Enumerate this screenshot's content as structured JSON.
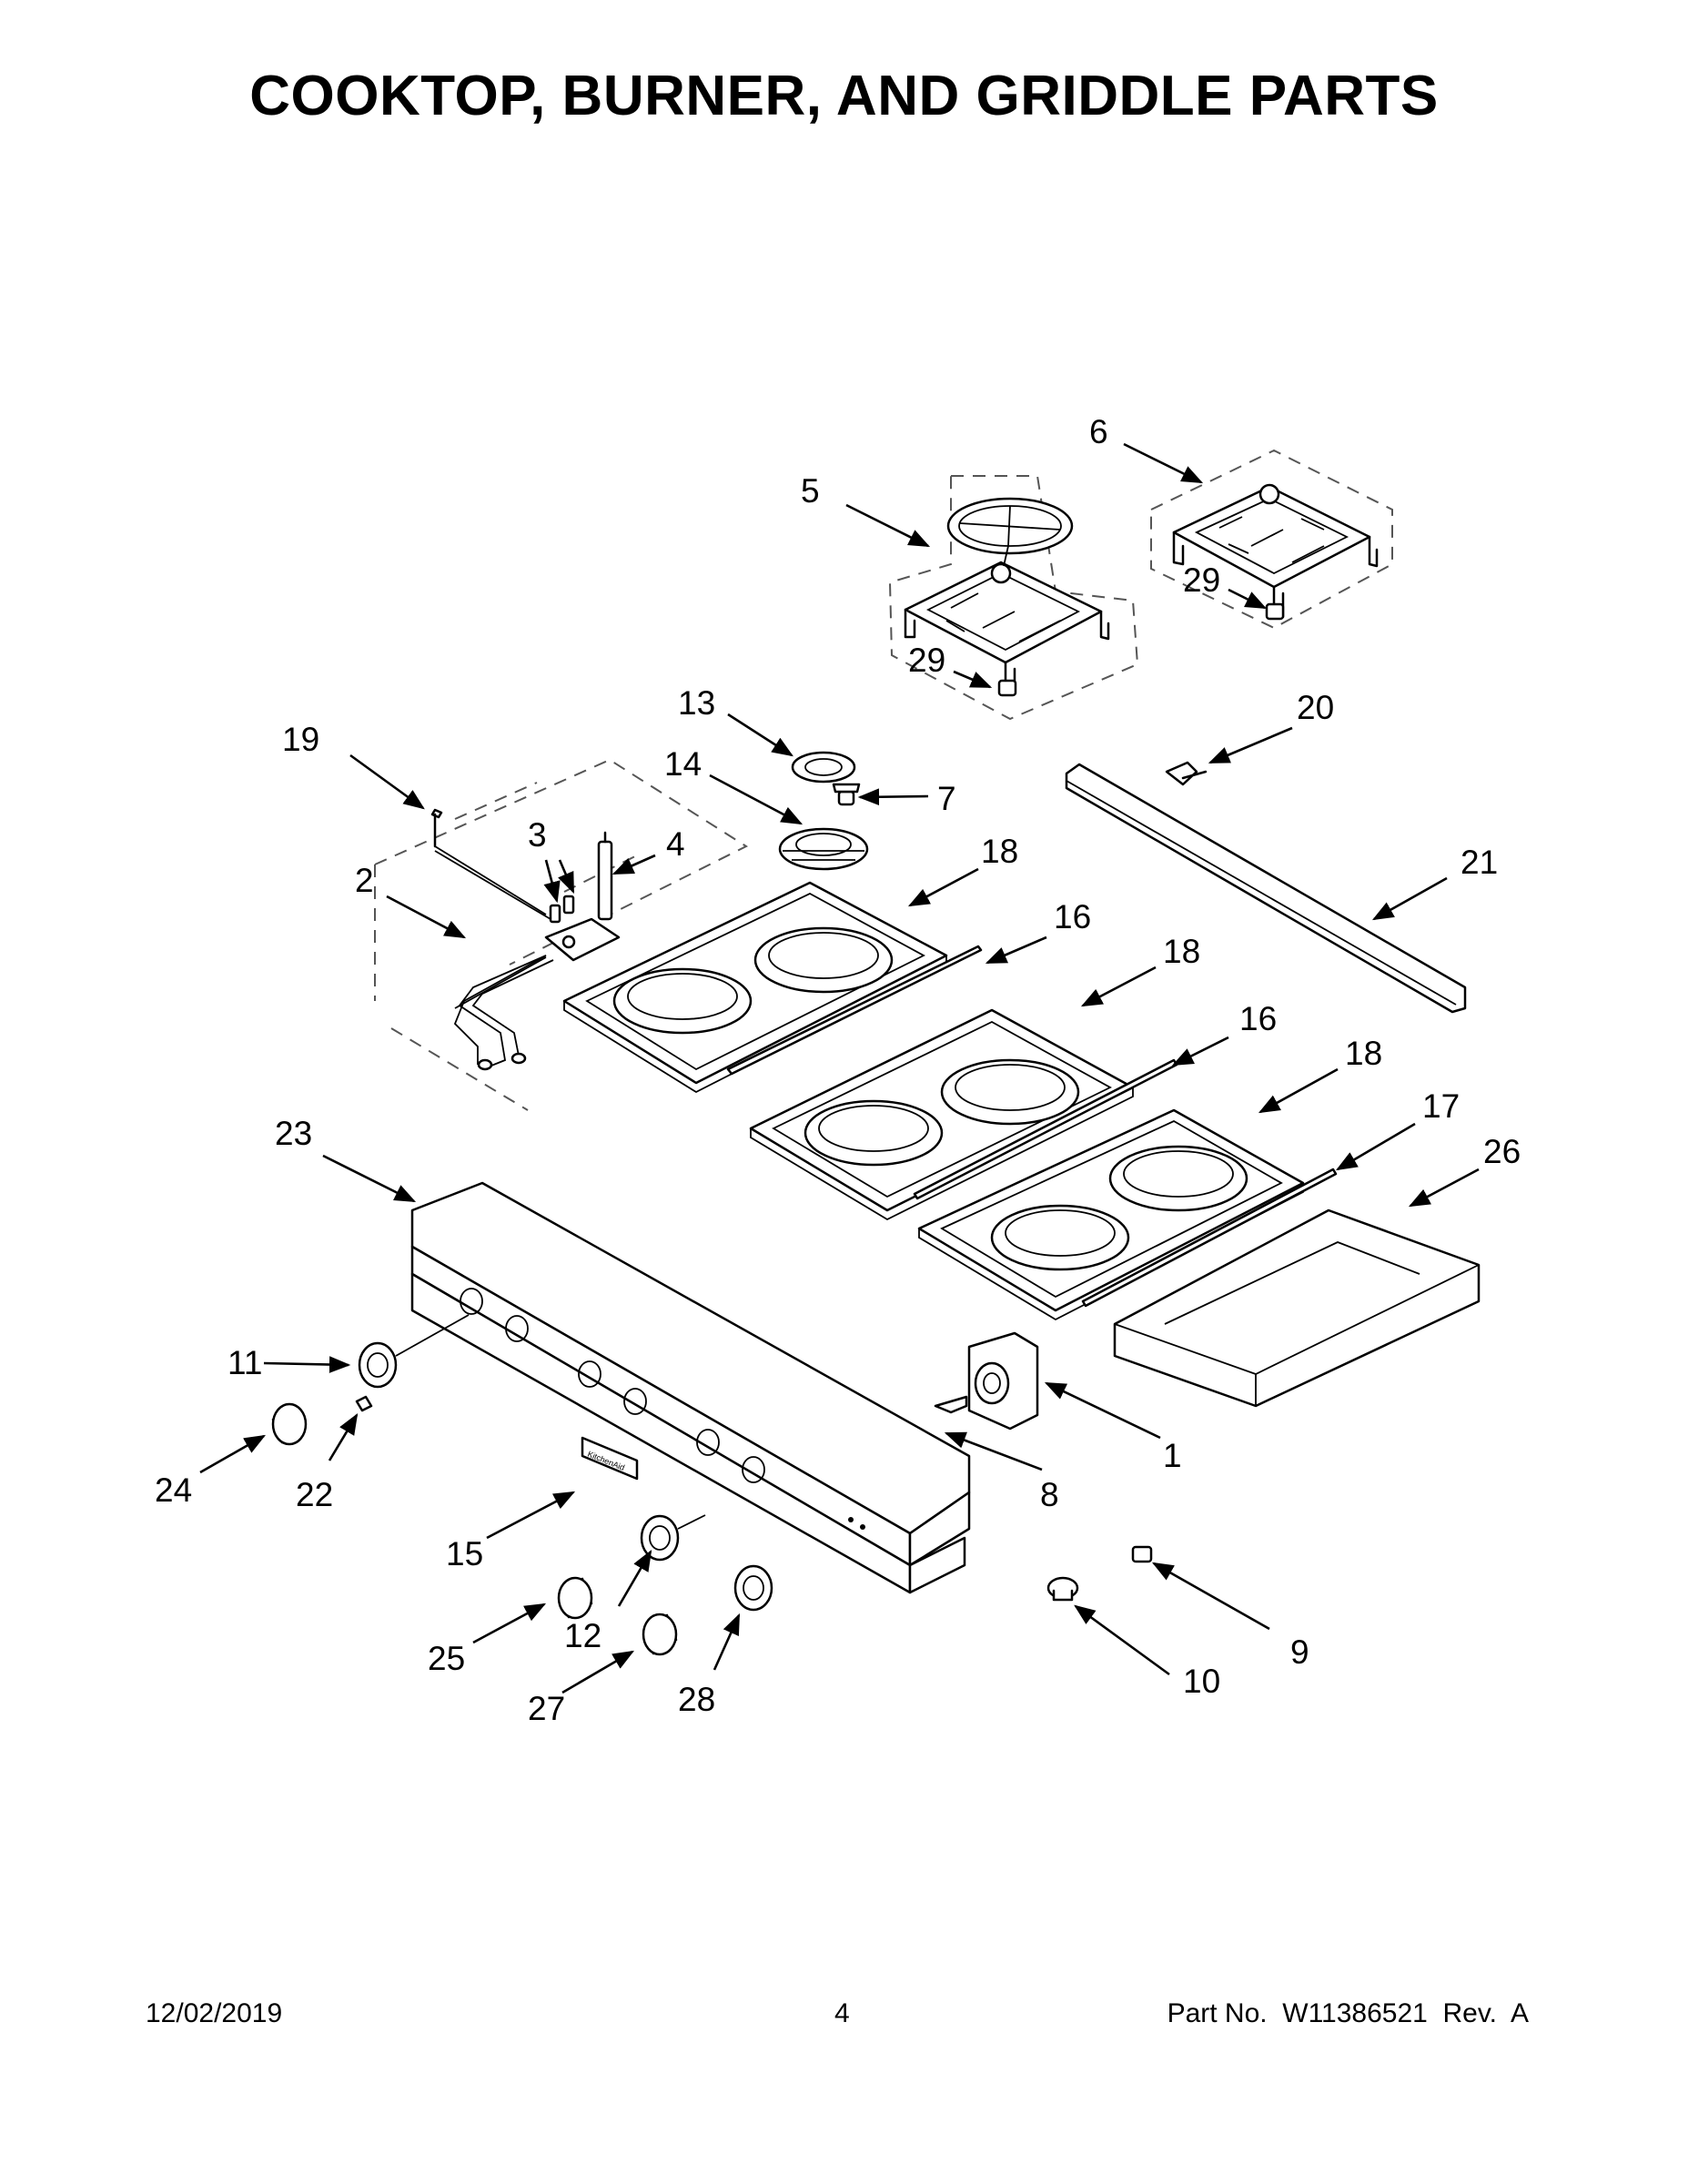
{
  "title": "COOKTOP, BURNER, AND GRIDDLE PARTS",
  "footer": {
    "date": "12/02/2019",
    "page": "4",
    "part_no": "Part No.  W11386521  Rev.  A"
  },
  "callouts": [
    "1",
    "2",
    "3",
    "4",
    "5",
    "6",
    "7",
    "8",
    "9",
    "10",
    "11",
    "12",
    "13",
    "14",
    "15",
    "16",
    "16",
    "17",
    "18",
    "18",
    "18",
    "19",
    "20",
    "21",
    "22",
    "23",
    "24",
    "25",
    "26",
    "27",
    "28",
    "29",
    "29"
  ],
  "badge_text": "KitchenAid"
}
